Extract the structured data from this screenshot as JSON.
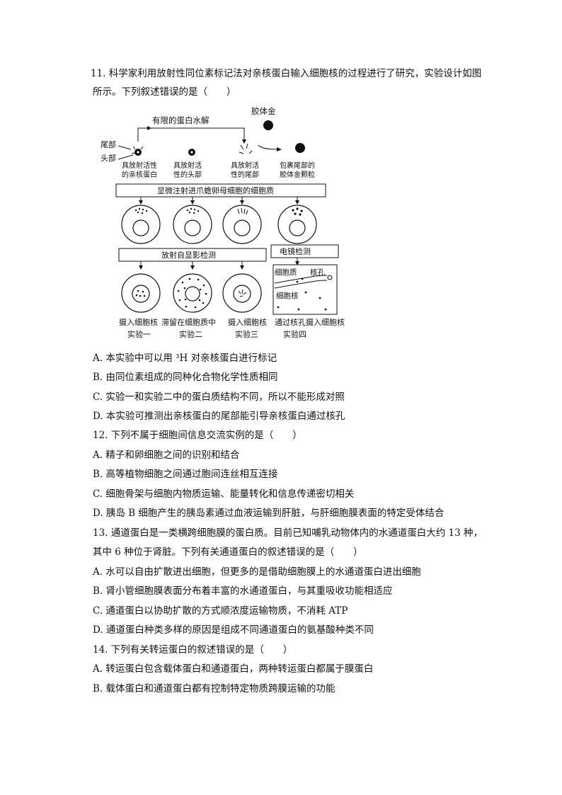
{
  "q11": {
    "line1": "11. 科学家利用放射性同位素标记法对亲核蛋白输入细胞核的过程进行了研究，实验设计如图",
    "line2": "所示。下列叙述错误的是（　　）",
    "figure": {
      "top_label": "有限的蛋白水解",
      "colloid_gold": "胶体金",
      "tail": "尾部",
      "head": "头部",
      "items": [
        [
          "具放射活性",
          "的亲核蛋白"
        ],
        [
          "具放射活",
          "性的头部"
        ],
        [
          "具放射活",
          "性的尾部"
        ],
        [
          "包裹尾部的",
          "胶体金颗粒"
        ]
      ],
      "inject_box": "显微注射进爪蟾卵母细胞的细胞质",
      "autorad_box": "放射自显影检测",
      "em_box": "电镜检测",
      "em_labels": {
        "cytoplasm": "细胞质",
        "pore": "核孔",
        "nucleus": "细胞核"
      },
      "results": [
        [
          "摄入细胞核",
          "实验一"
        ],
        [
          "滞留在细胞质中",
          "实验二"
        ],
        [
          "摄入细胞核",
          "实验三"
        ],
        [
          "通过核孔摄入细胞核",
          "实验四"
        ]
      ]
    },
    "options": [
      "A. 本实验中可以用 ³H 对亲核蛋白进行标记",
      "B. 由同位素组成的同种化合物化学性质相同",
      "C. 实验一和实验二中的蛋白质结构不同，所以不能形成对照",
      "D. 本实验可推测出亲核蛋白的尾部能引导亲核蛋白通过核孔"
    ]
  },
  "q12": {
    "stem": "12. 下列不属于细胞间信息交流实例的是（　　）",
    "options": [
      "A. 精子和卵细胞之间的识别和结合",
      "B. 高等植物细胞之间通过胞间连丝相互连接",
      "C. 细胞骨架与细胞内物质运输、能量转化和信息传递密切相关",
      "D. 胰岛 B 细胞产生的胰岛素通过血液运输到肝脏，与肝细胞膜表面的特定受体结合"
    ]
  },
  "q13": {
    "line1": "13. 通道蛋白是一类横跨细胞膜的蛋白质。目前已知哺乳动物体内的水通道蛋白大约 13 种，",
    "line2": "其中 6 种位于肾脏。下列有关通道蛋白的叙述错误的是（　　）",
    "options": [
      "A. 水可以自由扩散进出细胞，但更多的是借助细胞膜上的水通道蛋白进出细胞",
      "B. 肾小管细胞膜表面分布着丰富的水通道蛋白，与其重吸收功能相适应",
      "C. 通道蛋白以协助扩散的方式顺浓度运输物质，不消耗 ATP",
      "D. 通道蛋白种类多样的原因是组成不同通道蛋白的氨基酸种类不同"
    ]
  },
  "q14": {
    "stem": "14. 下列有关转运蛋白的叙述错误的是（　　）",
    "options": [
      "A. 转运蛋白包含载体蛋白和通道蛋白，两种转运蛋白都属于膜蛋白",
      "B. 载体蛋白和通道蛋白都有控制特定物质跨膜运输的功能"
    ]
  }
}
